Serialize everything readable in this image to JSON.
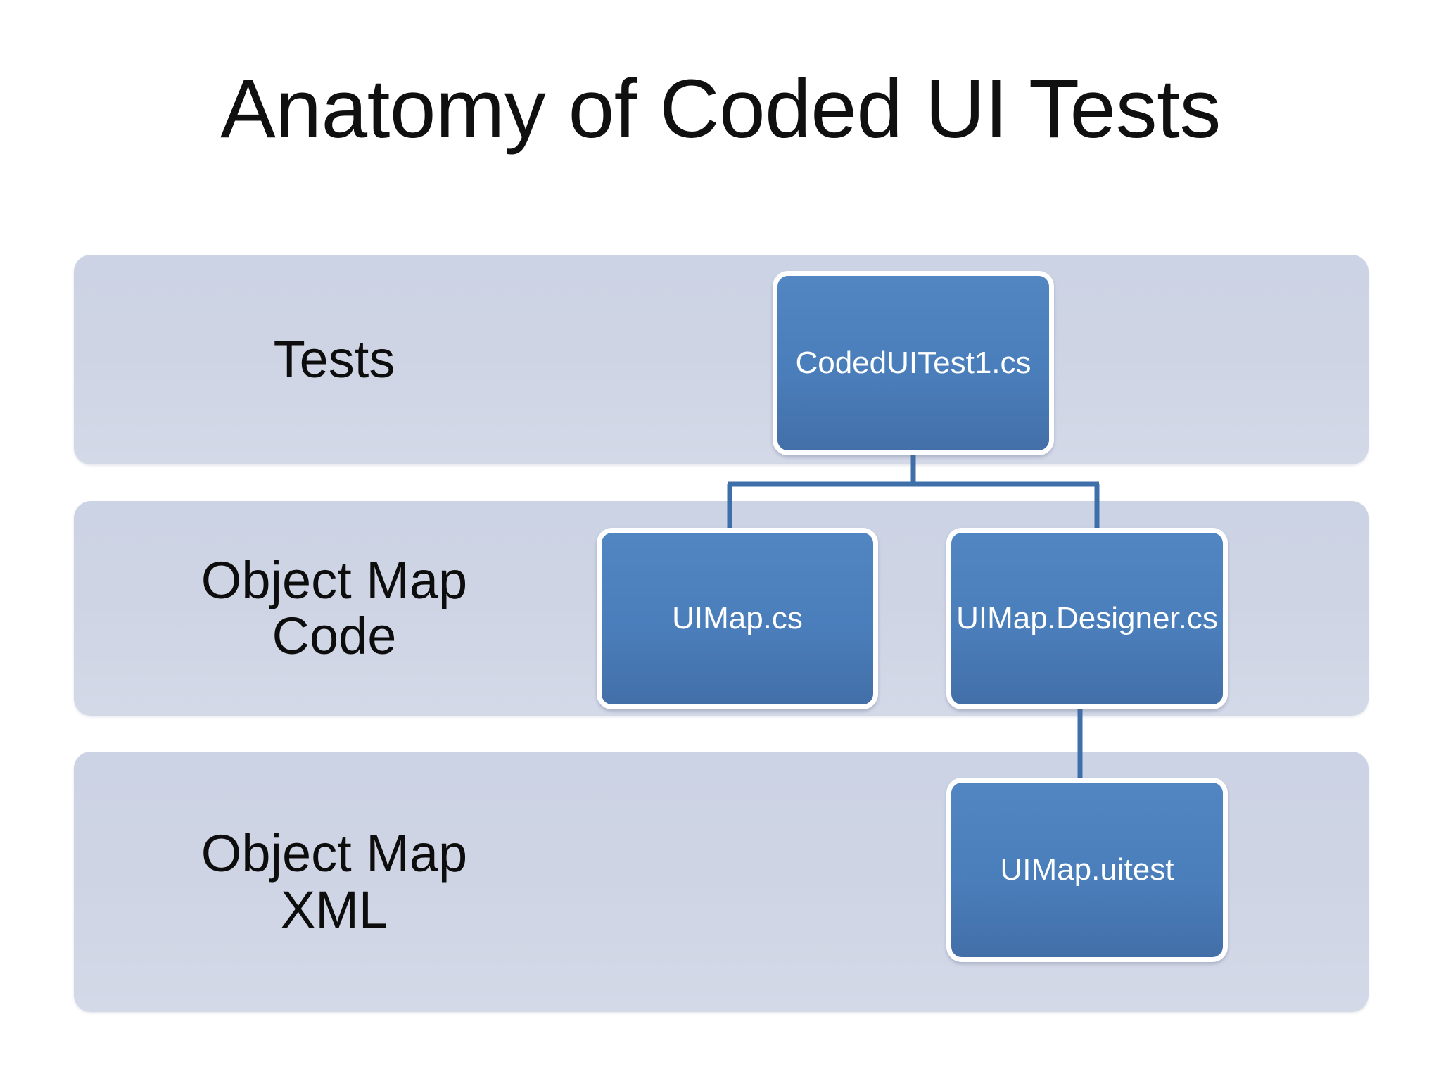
{
  "slide": {
    "title": "Anatomy of Coded UI Tests",
    "background_color": "#ffffff",
    "band_color": "#ced4e4",
    "node_color": "#4a7ebb",
    "node_border_color": "#ffffff",
    "connector_color": "#3f6fa8",
    "title_color": "#101010",
    "band_label_color": "#0d0d0d",
    "node_label_color": "#ffffff"
  },
  "bands": [
    {
      "id": "tests",
      "label": "Tests"
    },
    {
      "id": "code",
      "label": "Object Map\nCode"
    },
    {
      "id": "xml",
      "label": "Object Map\nXML"
    }
  ],
  "nodes": [
    {
      "id": "codeduitest1",
      "label": "CodedUITest1.cs",
      "band": "tests"
    },
    {
      "id": "uimap-cs",
      "label": "UIMap.cs",
      "band": "code"
    },
    {
      "id": "uimap-des",
      "label": "UIMap.Designer.cs",
      "band": "code"
    },
    {
      "id": "uimap-uitest",
      "label": "UIMap.uitest",
      "band": "xml"
    }
  ],
  "connections": [
    {
      "from": "codeduitest1",
      "to": "uimap-cs",
      "style": "elbow"
    },
    {
      "from": "codeduitest1",
      "to": "uimap-des",
      "style": "elbow"
    },
    {
      "from": "uimap-des",
      "to": "uimap-uitest",
      "style": "straight"
    }
  ]
}
